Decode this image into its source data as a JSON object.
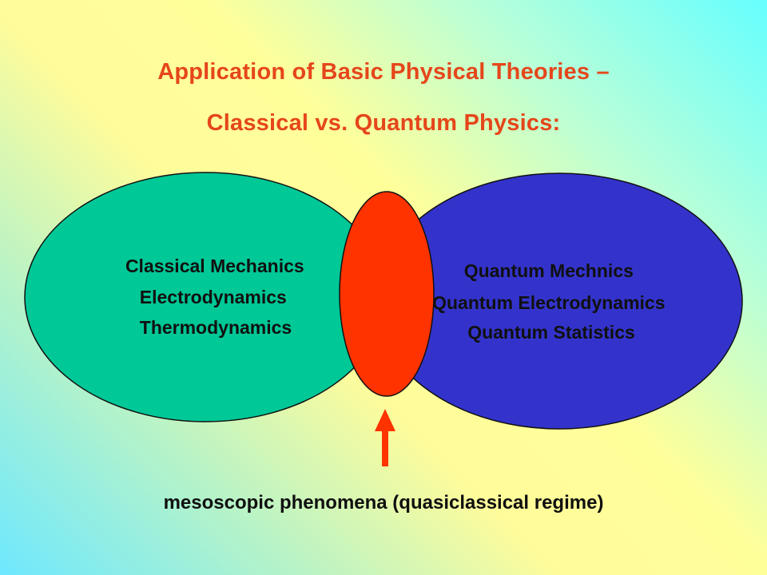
{
  "slide": {
    "title_line1": "Application of Basic Physical Theories –",
    "title_line2": "Classical vs. Quantum Physics:",
    "caption": "mesoscopic phenomena (quasiclassical regime)"
  },
  "classical": {
    "items": [
      "Classical Mechanics",
      "Electrodynamics",
      "Thermodynamics"
    ],
    "color": "#00c896"
  },
  "quantum": {
    "items": [
      "Quantum Mechnics",
      "Quantum Electrodynamics",
      "Quantum Statistics"
    ],
    "color": "#3333cc"
  },
  "overlap": {
    "color": "#ff3300"
  },
  "arrow": {
    "color": "#ff3300"
  },
  "colors": {
    "title": "#e5461b"
  }
}
